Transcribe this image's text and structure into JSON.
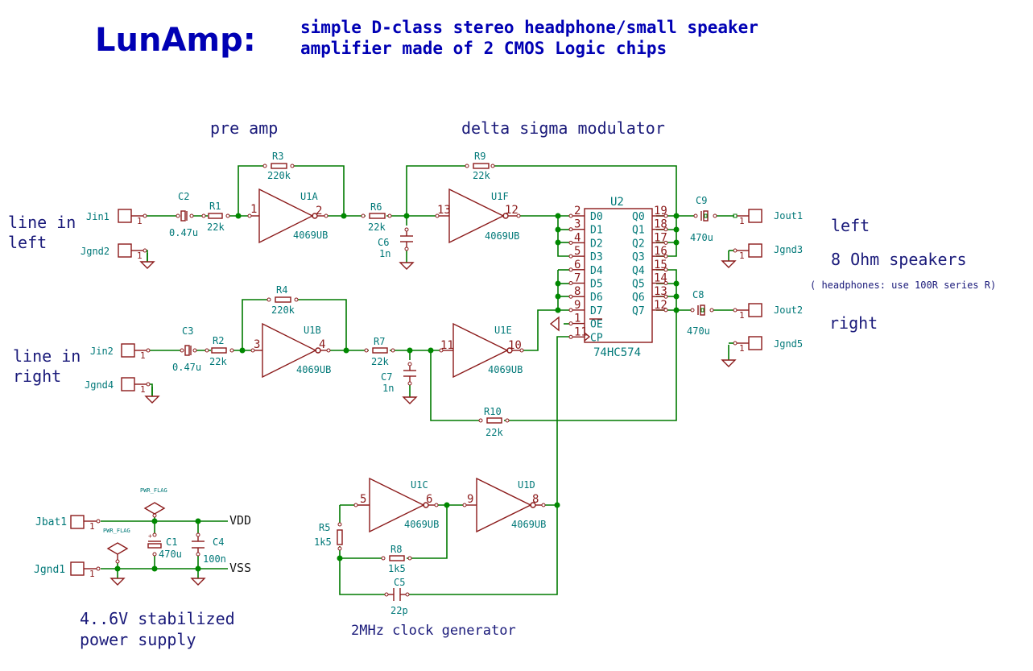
{
  "title": {
    "name": "LunAmp:",
    "line1": "simple D-class stereo headphone/small speaker",
    "line2": "amplifier made of 2 CMOS Logic chips"
  },
  "sections": {
    "preamp": "pre amp",
    "dsm": "delta sigma modulator",
    "clock": "2MHz clock generator",
    "psu_line1": "4..6V stabilized",
    "psu_line2": "power supply"
  },
  "notes": {
    "in_left_1": "line in",
    "in_left_2": "left",
    "in_right_1": "line in",
    "in_right_2": "right",
    "out_left": "left",
    "speakers": "8 Ohm speakers",
    "headphones": "( headphones: use 100R series R)",
    "out_right": "right"
  },
  "connectors": {
    "jin1": {
      "ref": "Jin1",
      "pin": "1"
    },
    "jgnd2": {
      "ref": "Jgnd2",
      "pin": "1"
    },
    "jin2": {
      "ref": "Jin2",
      "pin": "1"
    },
    "jgnd4": {
      "ref": "Jgnd4",
      "pin": "1"
    },
    "jout1": {
      "ref": "Jout1",
      "pin": "1"
    },
    "jgnd3": {
      "ref": "Jgnd3",
      "pin": "1"
    },
    "jout2": {
      "ref": "Jout2",
      "pin": "1"
    },
    "jgnd5": {
      "ref": "Jgnd5",
      "pin": "1"
    },
    "jbat1": {
      "ref": "Jbat1",
      "pin": "1"
    },
    "jgnd1": {
      "ref": "Jgnd1",
      "pin": "1"
    }
  },
  "resistors": {
    "r1": {
      "ref": "R1",
      "value": "22k"
    },
    "r2": {
      "ref": "R2",
      "value": "22k"
    },
    "r3": {
      "ref": "R3",
      "value": "220k"
    },
    "r4": {
      "ref": "R4",
      "value": "220k"
    },
    "r5": {
      "ref": "R5",
      "value": "1k5"
    },
    "r6": {
      "ref": "R6",
      "value": "22k"
    },
    "r7": {
      "ref": "R7",
      "value": "22k"
    },
    "r8": {
      "ref": "R8",
      "value": "1k5"
    },
    "r9": {
      "ref": "R9",
      "value": "22k"
    },
    "r10": {
      "ref": "R10",
      "value": "22k"
    }
  },
  "capacitors": {
    "c1": {
      "ref": "C1",
      "value": "470u"
    },
    "c2": {
      "ref": "C2",
      "value": "0.47u"
    },
    "c3": {
      "ref": "C3",
      "value": "0.47u"
    },
    "c4": {
      "ref": "C4",
      "value": "100n"
    },
    "c5": {
      "ref": "C5",
      "value": "22p"
    },
    "c6": {
      "ref": "C6",
      "value": "1n"
    },
    "c7": {
      "ref": "C7",
      "value": "1n"
    },
    "c8": {
      "ref": "C8",
      "value": "470u"
    },
    "c9": {
      "ref": "C9",
      "value": "470u"
    }
  },
  "inverters": {
    "u1a": {
      "ref": "U1A",
      "value": "4069UB",
      "in": "1",
      "out": "2"
    },
    "u1b": {
      "ref": "U1B",
      "value": "4069UB",
      "in": "3",
      "out": "4"
    },
    "u1c": {
      "ref": "U1C",
      "value": "4069UB",
      "in": "5",
      "out": "6"
    },
    "u1d": {
      "ref": "U1D",
      "value": "4069UB",
      "in": "9",
      "out": "8"
    },
    "u1e": {
      "ref": "U1E",
      "value": "4069UB",
      "in": "11",
      "out": "10"
    },
    "u1f": {
      "ref": "U1F",
      "value": "4069UB",
      "in": "13",
      "out": "12"
    }
  },
  "u2": {
    "ref": "U2",
    "value": "74HC574",
    "left_pins": [
      {
        "num": "2",
        "name": "D0"
      },
      {
        "num": "3",
        "name": "D1"
      },
      {
        "num": "4",
        "name": "D2"
      },
      {
        "num": "5",
        "name": "D3"
      },
      {
        "num": "6",
        "name": "D4"
      },
      {
        "num": "7",
        "name": "D5"
      },
      {
        "num": "8",
        "name": "D6"
      },
      {
        "num": "9",
        "name": "D7"
      },
      {
        "num": "1",
        "name": "OE"
      },
      {
        "num": "11",
        "name": "CP"
      }
    ],
    "right_pins": [
      {
        "num": "19",
        "name": "Q0"
      },
      {
        "num": "18",
        "name": "Q1"
      },
      {
        "num": "17",
        "name": "Q2"
      },
      {
        "num": "16",
        "name": "Q3"
      },
      {
        "num": "15",
        "name": "Q4"
      },
      {
        "num": "14",
        "name": "Q5"
      },
      {
        "num": "13",
        "name": "Q6"
      },
      {
        "num": "12",
        "name": "Q7"
      }
    ]
  },
  "power": {
    "flag1": "PWR_FLAG",
    "flag2": "PWR_FLAG",
    "vdd": "VDD",
    "vss": "VSS"
  },
  "colors": {
    "wire": "#007a00",
    "component": "#8b1a1a",
    "reference": "#007878",
    "note": "#1a1a7a",
    "title": "#0000b4"
  }
}
